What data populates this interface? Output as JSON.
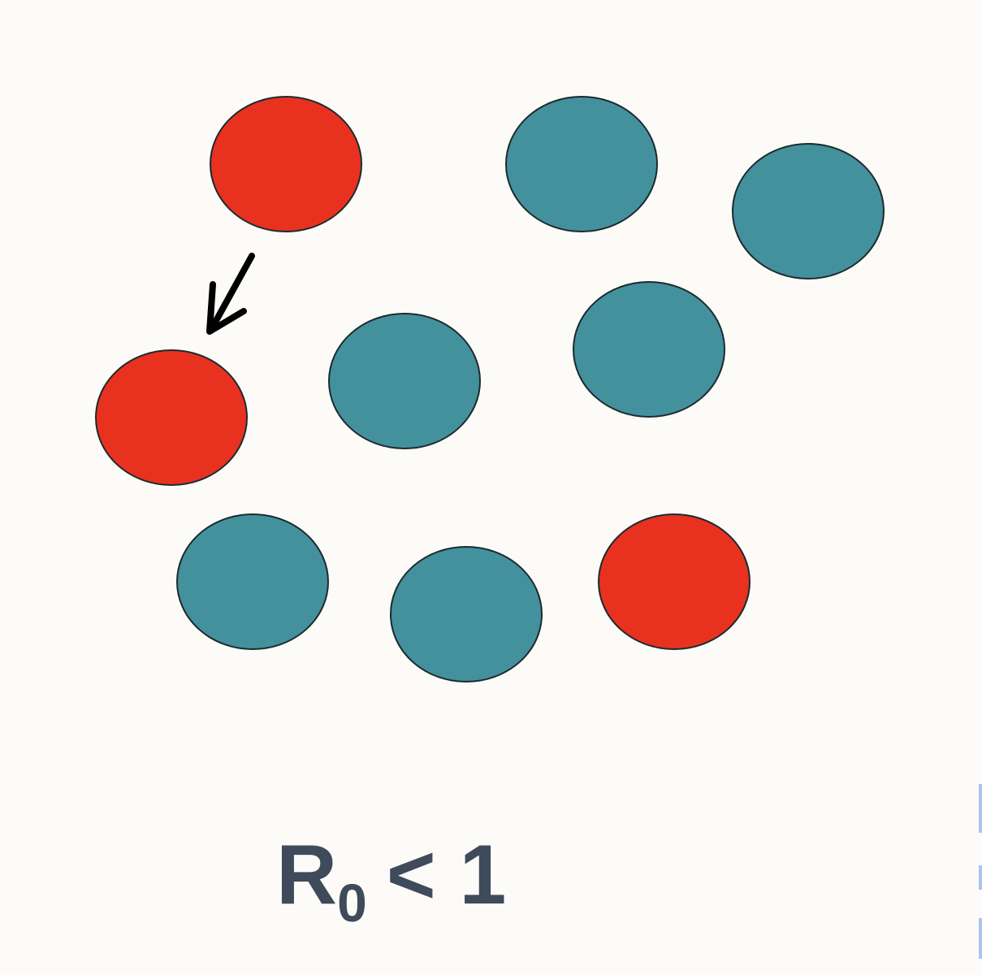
{
  "diagram": {
    "label": {
      "main": "R",
      "subscript": "0",
      "relation": "< 1"
    },
    "colors": {
      "background": "#fcfbf8",
      "infected": "#e8321f",
      "susceptible": "#43919d",
      "outline": "#1c2a2e",
      "arrow": "#000000",
      "label": "#3f4b5b"
    },
    "icons": [
      "transmission-arrow-icon"
    ]
  }
}
